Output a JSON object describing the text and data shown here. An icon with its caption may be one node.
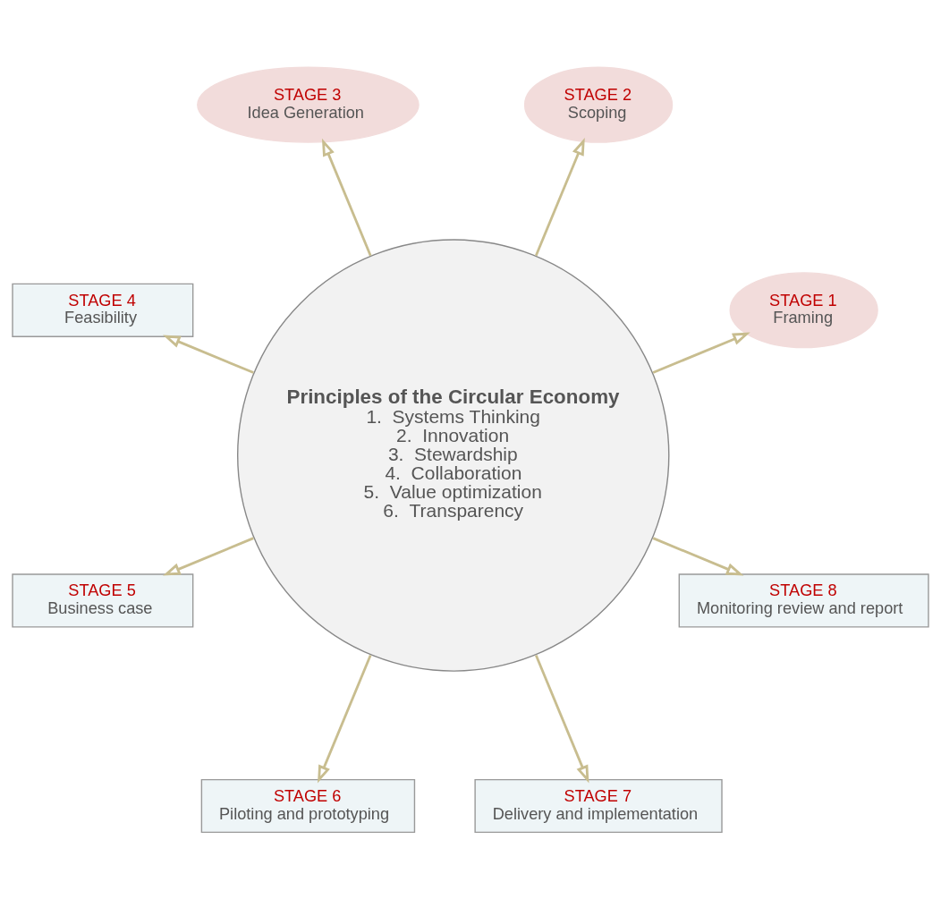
{
  "diagram": {
    "nodes": [
      {
        "text": [
          "Principles of the Circular Economy",
          "1.  Systems Thinking",
          "2.  Innovation",
          "3.  Stewardship",
          "4.  Collaboration",
          "5.  Value optimization",
          "6.  Transparency"
        ]
      },
      {
        "text": [
          "STAGE 1",
          "Framing"
        ]
      },
      {
        "text": [
          "STAGE 2",
          "Scoping"
        ]
      },
      {
        "text": [
          "STAGE 3",
          "Idea Generation"
        ]
      },
      {
        "text": [
          "STAGE 4",
          "Feasibility"
        ]
      },
      {
        "text": [
          "STAGE 5",
          "Business case"
        ]
      },
      {
        "text": [
          "STAGE 6",
          "Piloting and prototyping"
        ]
      },
      {
        "text": [
          "STAGE 7",
          "Delivery and implementation"
        ]
      },
      {
        "text": [
          "STAGE 8",
          "Monitoring review and report"
        ]
      }
    ],
    "edges": [
      {
        "from": 0,
        "to": 1,
        "arrow": "to"
      },
      {
        "from": 0,
        "to": 2,
        "arrow": "to"
      },
      {
        "from": 0,
        "to": 3,
        "arrow": "to"
      },
      {
        "from": 0,
        "to": 4,
        "arrow": "to"
      },
      {
        "from": 0,
        "to": 5,
        "arrow": "to"
      },
      {
        "from": 0,
        "to": 6,
        "arrow": "to"
      },
      {
        "from": 0,
        "to": 7,
        "arrow": "to"
      },
      {
        "from": 0,
        "to": 8,
        "arrow": "to"
      }
    ]
  }
}
